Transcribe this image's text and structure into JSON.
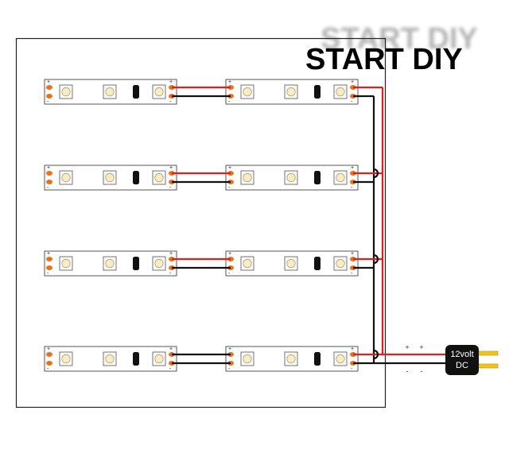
{
  "header": {
    "title": "START DIY",
    "title_shadow": "START DIY"
  },
  "diagram": {
    "rows": 4,
    "strips_per_row": 2,
    "leds_per_strip": 3,
    "colors": {
      "positive_wire": "#e0201b",
      "negative_wire": "#111111",
      "led_body": "#f4edc8",
      "pad": "#e8731c",
      "psu_body": "#111111",
      "psu_pins": "#f0c419"
    }
  },
  "power_supply": {
    "label_line1": "12volt",
    "label_line2": "DC",
    "plus_symbol": "+",
    "minus_symbol": "-"
  }
}
